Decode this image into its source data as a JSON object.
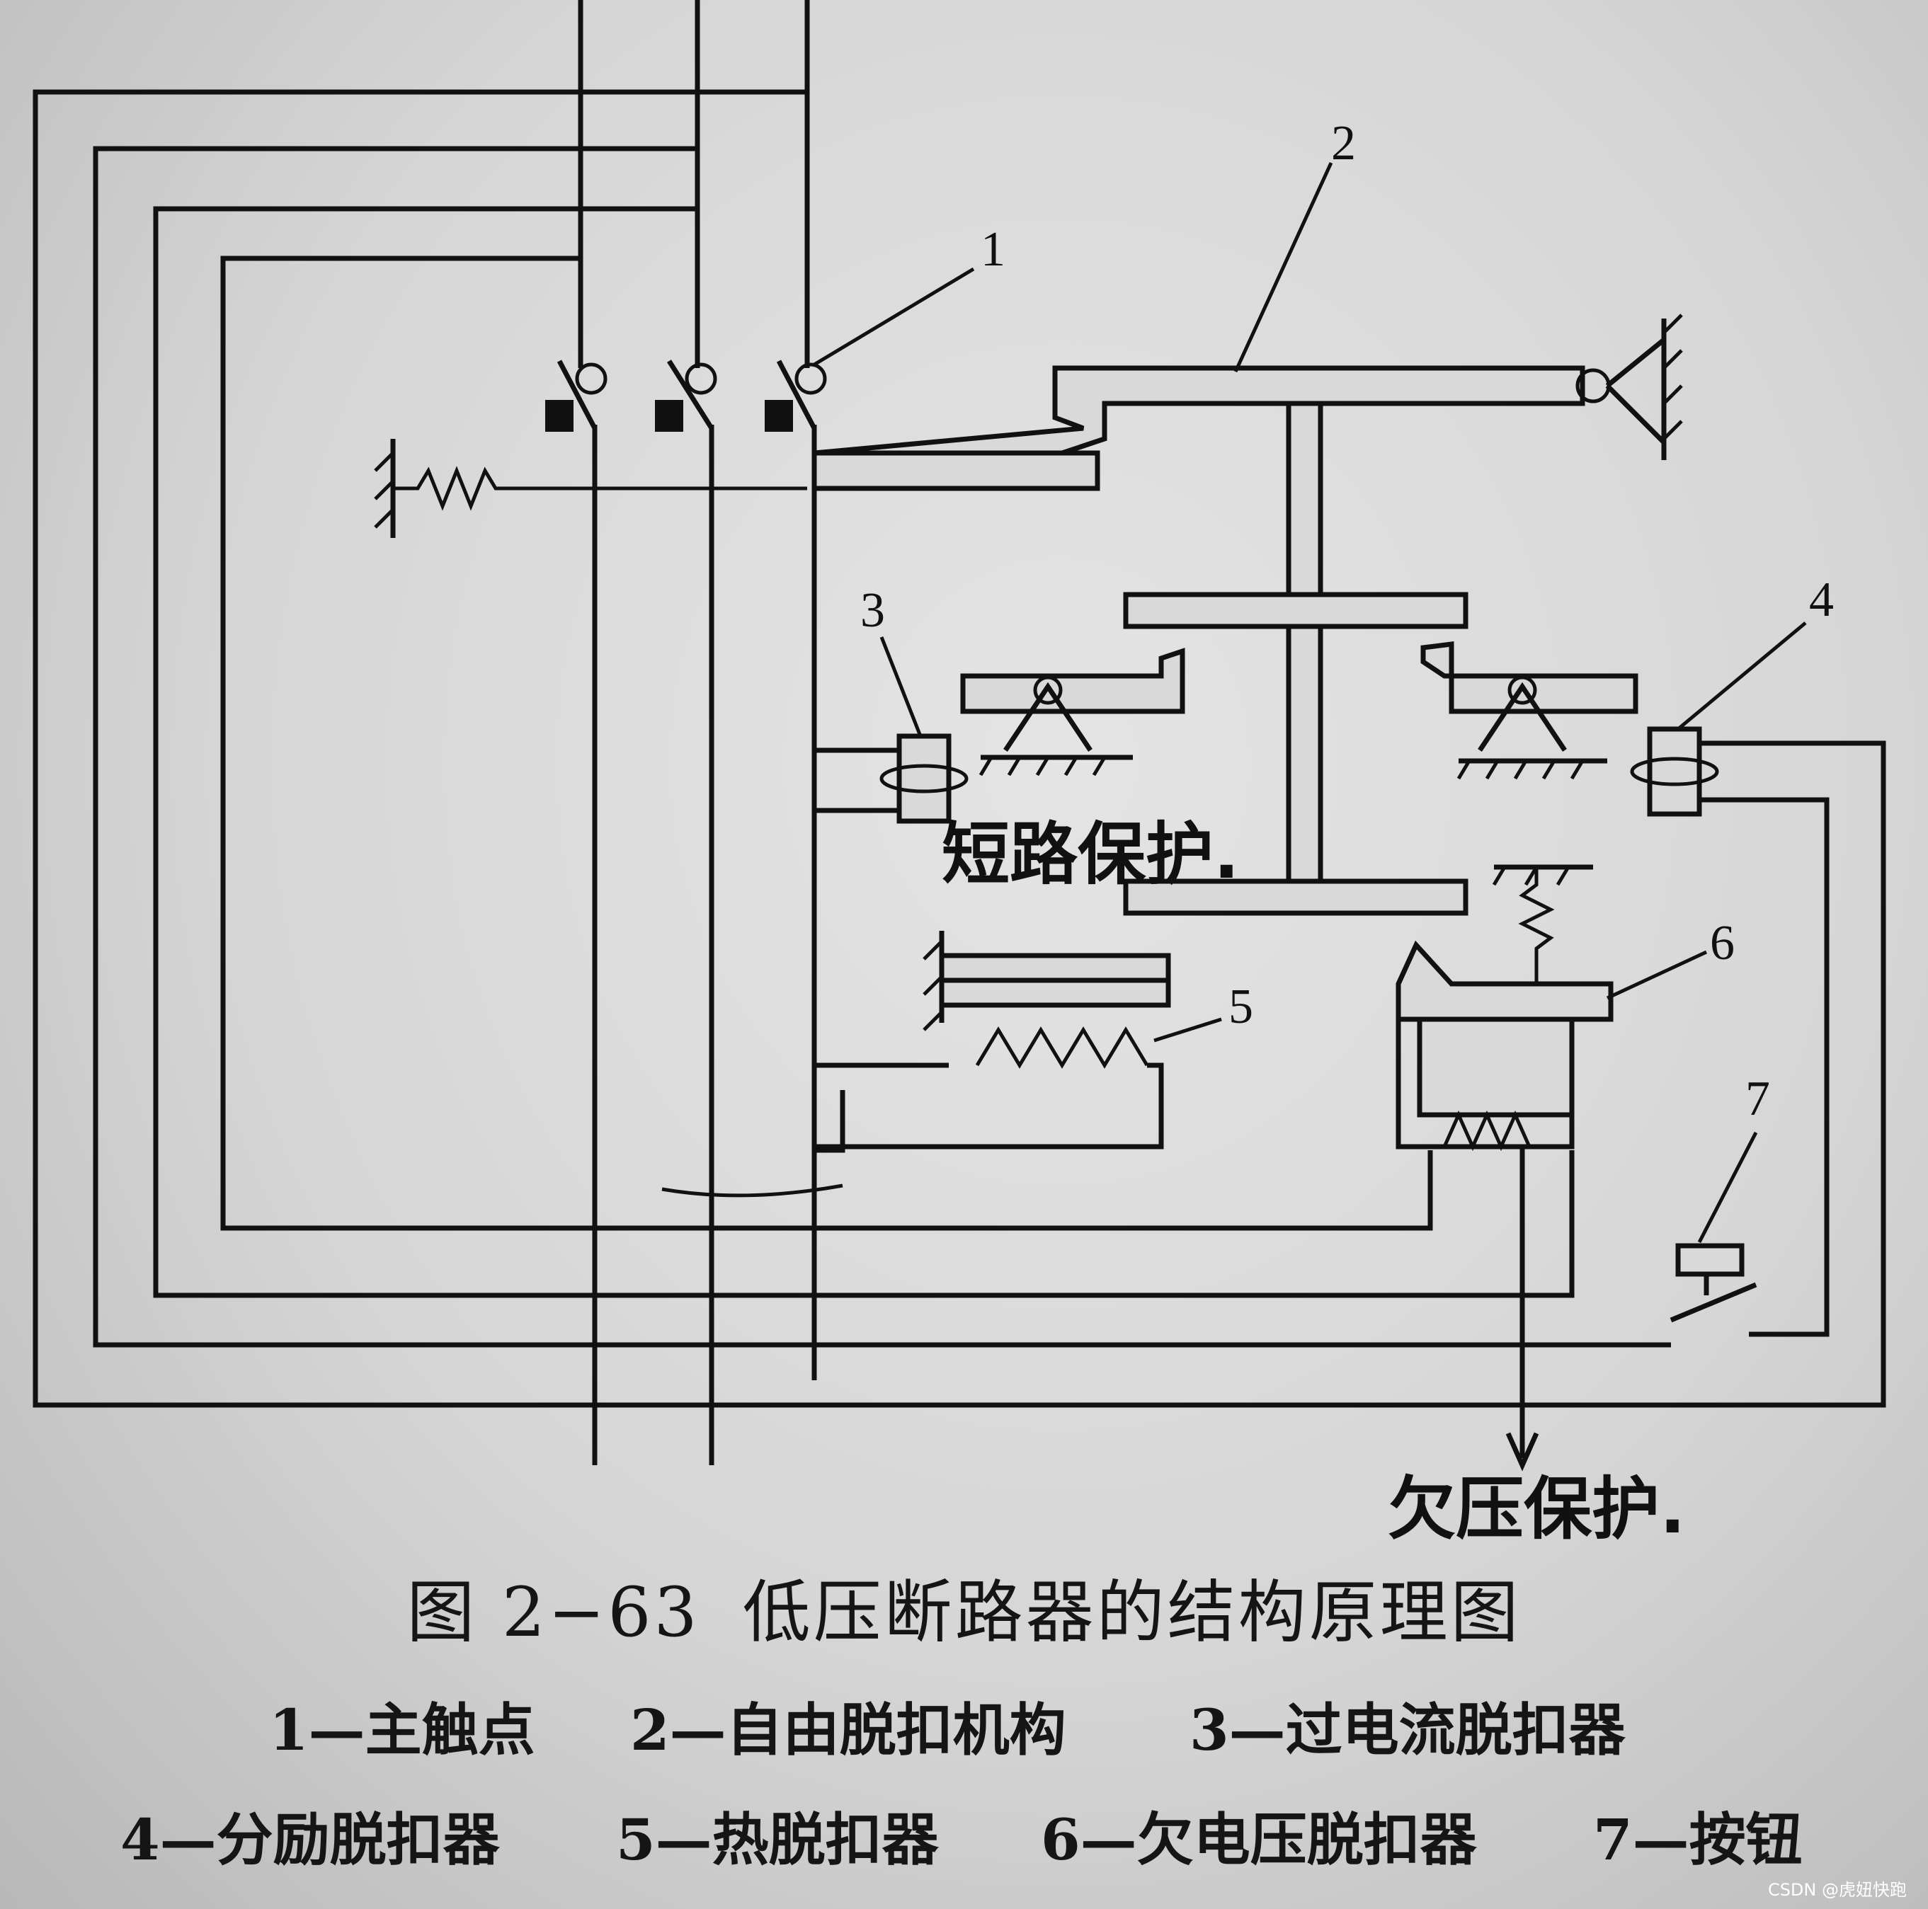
{
  "figure": {
    "number": "图 2−63",
    "title": "低压断路器的结构原理图"
  },
  "callouts": [
    "1",
    "2",
    "3",
    "4",
    "5",
    "6",
    "7"
  ],
  "legend": [
    {
      "num": "1",
      "text": "主触点"
    },
    {
      "num": "2",
      "text": "自由脱扣机构"
    },
    {
      "num": "3",
      "text": "过电流脱扣器"
    },
    {
      "num": "4",
      "text": "分励脱扣器"
    },
    {
      "num": "5",
      "text": "热脱扣器"
    },
    {
      "num": "6",
      "text": "欠电压脱扣器"
    },
    {
      "num": "7",
      "text": "按钮"
    }
  ],
  "legend_separator": "—",
  "handwritten": {
    "note_short_circuit": "短路保护.",
    "note_undervoltage": "欠压保护."
  },
  "watermark": "CSDN @虎妞快跑",
  "colors": {
    "ink": "#111111",
    "paper": "#d9d9d9"
  }
}
